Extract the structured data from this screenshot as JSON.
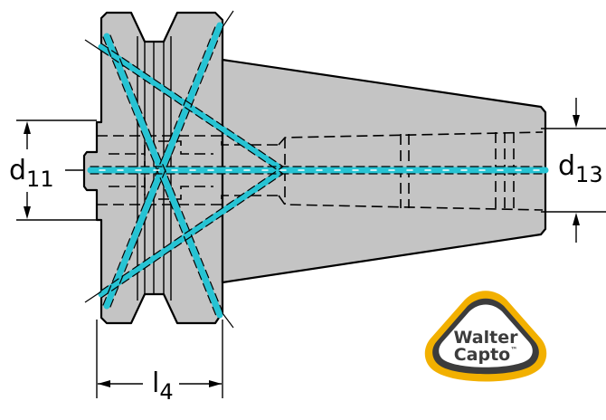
{
  "dimensions": {
    "d11": {
      "base": "d",
      "sub": "11"
    },
    "d13": {
      "base": "d",
      "sub": "13"
    },
    "l4": {
      "base": "l",
      "sub": "4"
    }
  },
  "logo": {
    "line1": "Walter",
    "line2": "Capto",
    "mark": "™"
  },
  "colors": {
    "body": "#c4c4c4",
    "outline": "#000000",
    "coolant": "#27c3d3",
    "logo_gold": "#f2b000",
    "logo_dark": "#3c3c3c"
  }
}
